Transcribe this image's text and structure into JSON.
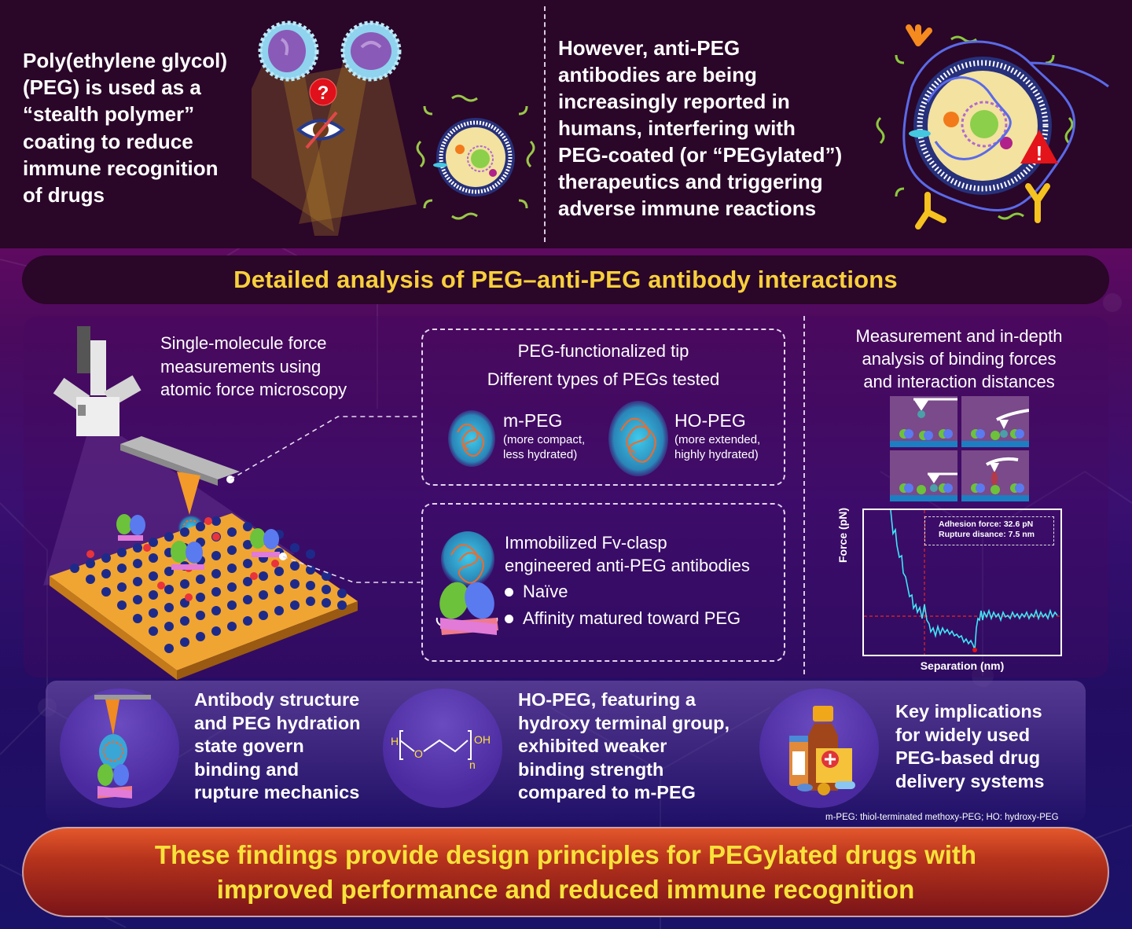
{
  "top": {
    "intro": "Poly(ethylene glycol) (PEG) is used as a “stealth polymer” coating to reduce immune recognition of drugs",
    "intro_lines": [
      "Poly(ethylene glycol)",
      "(PEG) is used as a",
      "“stealth polymer”",
      "coating to reduce",
      "immune recognition",
      "of drugs"
    ],
    "however_lines": [
      "However, anti-PEG",
      "antibodies are being",
      "increasingly reported in",
      "humans, interfering with",
      "PEG-coated (or “PEGylated”)",
      "therapeutics and triggering",
      "adverse immune reactions"
    ],
    "question_mark": "?",
    "warning_mark": "!"
  },
  "banner": {
    "title": "Detailed analysis of PEG–anti-PEG antibody interactions"
  },
  "afm": {
    "caption_lines": [
      "Single-molecule force",
      "measurements using",
      "atomic force microscopy"
    ]
  },
  "tip_box": {
    "title": "PEG-functionalized tip",
    "subtitle": "Different types of PEGs tested",
    "pegs": [
      {
        "name": "m-PEG",
        "desc_lines": [
          "(more compact,",
          "less hydrated)"
        ]
      },
      {
        "name": "HO-PEG",
        "desc_lines": [
          "(more extended,",
          "highly hydrated)"
        ]
      }
    ]
  },
  "antibody_box": {
    "title_lines": [
      "Immobilized Fv-clasp",
      "engineered anti-PEG antibodies"
    ],
    "bullets": [
      "Naïve",
      "Affinity matured toward PEG"
    ]
  },
  "measurement": {
    "caption_lines": [
      "Measurement and in-depth",
      "analysis of binding forces",
      "and interaction distances"
    ],
    "annotation_lines": [
      "Adhesion force: 32.6 pN",
      "Rupture disance: 7.5 nm"
    ],
    "ylabel": "Force (pN)",
    "xlabel": "Separation (nm)"
  },
  "findings": [
    {
      "icon": "afm-tip-antibody-icon",
      "lines": [
        "Antibody structure",
        "and PEG hydration",
        "state govern",
        "binding and",
        "rupture mechanics"
      ]
    },
    {
      "icon": "peg-structure-icon",
      "lines": [
        "HO-PEG, featuring a",
        "hydroxy terminal group,",
        "exhibited weaker",
        "binding strength",
        "compared to m-PEG"
      ],
      "formula": {
        "h": "H",
        "o": "O",
        "oh": "OH",
        "n": "n"
      }
    },
    {
      "icon": "medicine-bottle-icon",
      "lines": [
        "Key implications",
        "for widely used",
        "PEG-based drug",
        "delivery systems"
      ]
    }
  ],
  "footnote": "m-PEG: thiol-terminated methoxy-PEG; HO: hydroxy-PEG",
  "conclusion": {
    "lines": [
      "These findings provide design principles for PEGylated drugs with",
      "improved performance and reduced immune recognition"
    ]
  },
  "colors": {
    "title_yellow": "#f7cf3c",
    "conclusion_yellow": "#f7e23a",
    "top_bg": "#2a0628",
    "curve_cyan": "#3fe6f5",
    "guide_red": "#d0202a"
  }
}
